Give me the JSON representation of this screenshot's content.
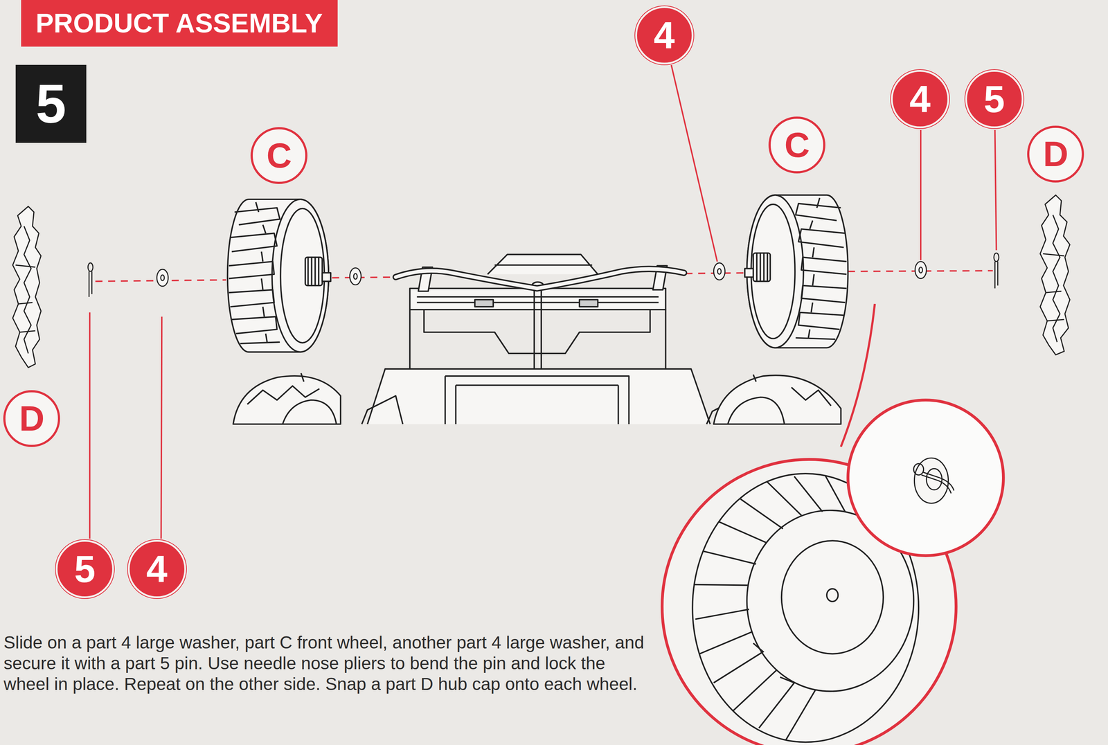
{
  "diagram": {
    "title": "PRODUCT ASSEMBLY",
    "caption": "Slide on a part 4 large washer, part C front wheel, another part 4 large washer, and secure it with a part 5 pin. Use needle nose pliers to bend the pin and lock the wheel in place. Repeat on the other side. Snap a part D hub cap onto each wheel.",
    "nodes": [
      {
        "text": [
          "5"
        ]
      },
      {
        "text": [
          "4"
        ]
      },
      {
        "text": [
          "4"
        ]
      },
      {
        "text": [
          "5"
        ]
      },
      {
        "text": [
          "C"
        ]
      },
      {
        "text": [
          "C"
        ]
      },
      {
        "text": [
          "D"
        ]
      },
      {
        "text": [
          "D"
        ]
      },
      {
        "text": [
          "5"
        ]
      },
      {
        "text": [
          "4"
        ]
      }
    ]
  }
}
